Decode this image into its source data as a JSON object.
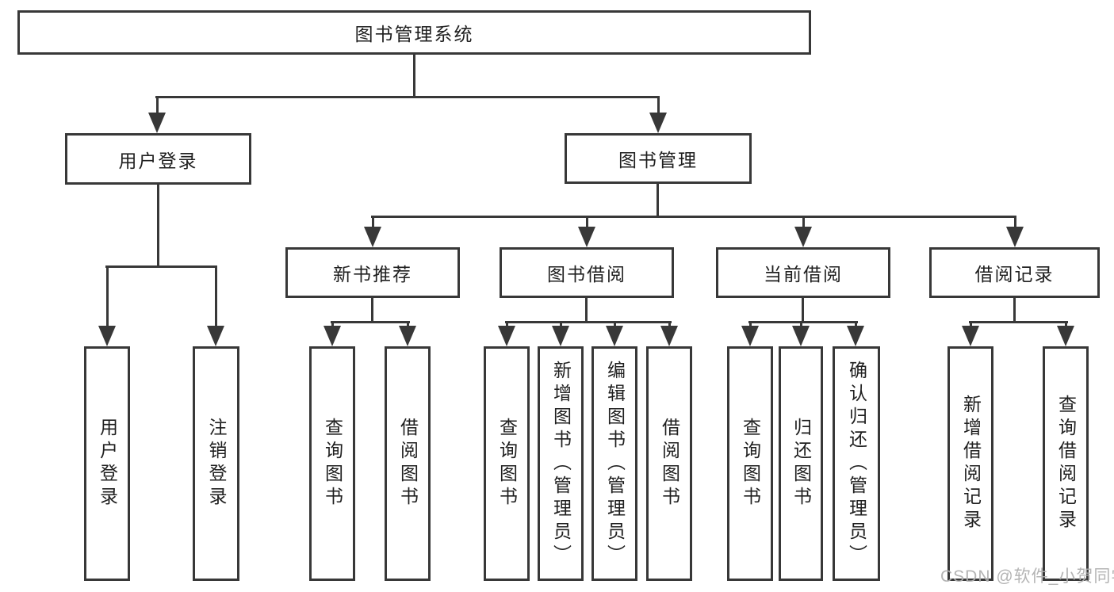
{
  "diagram_type": "tree",
  "root": {
    "label": "图书管理系统"
  },
  "level2": {
    "user_login": "用户登录",
    "book_management": "图书管理"
  },
  "level3": {
    "new_book_recommend": "新书推荐",
    "book_borrow": "图书借阅",
    "current_borrow": "当前借阅",
    "borrow_records": "借阅记录"
  },
  "leaves": {
    "user_login": [
      "用户登录",
      "注销登录"
    ],
    "new_book_recommend": [
      "查询图书",
      "借阅图书"
    ],
    "book_borrow": [
      "查询图书",
      "新增图书（管理员）",
      "编辑图书（管理员）",
      "借阅图书"
    ],
    "current_borrow": [
      "查询图书",
      "归还图书",
      "确认归还（管理员）"
    ],
    "borrow_records": [
      "新增借阅记录",
      "查询借阅记录"
    ]
  },
  "watermark": "CSDN @软件_小贺同学",
  "colors": {
    "line": "#383838",
    "text": "#1f1f1f",
    "background": "#ffffff",
    "watermark": "#b0b0b0"
  }
}
